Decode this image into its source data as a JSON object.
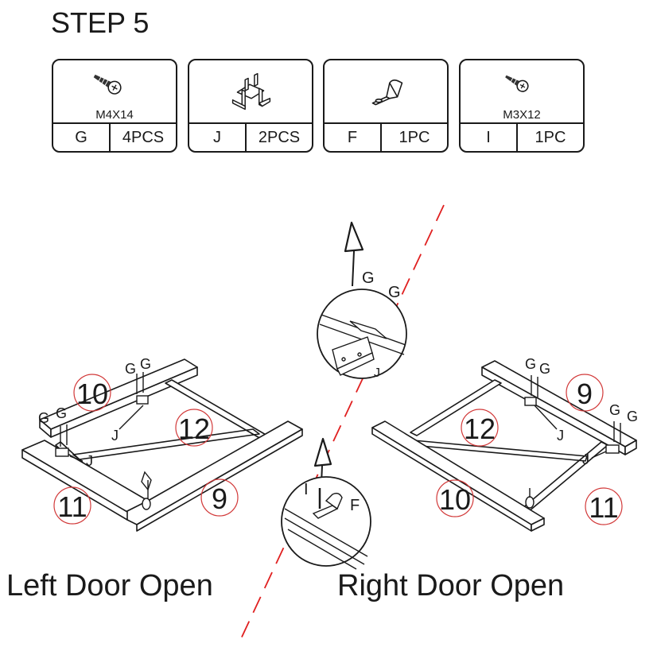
{
  "step_title": "STEP 5",
  "parts": [
    {
      "size": "M4X14",
      "letter": "G",
      "qty": "4PCS",
      "icon": "screw-icon"
    },
    {
      "size": "",
      "letter": "J",
      "qty": "2PCS",
      "icon": "bracket-icon"
    },
    {
      "size": "",
      "letter": "F",
      "qty": "1PC",
      "icon": "door-stop-icon"
    },
    {
      "size": "M3X12",
      "letter": "I",
      "qty": "1PC",
      "icon": "screw-icon"
    }
  ],
  "left": {
    "caption": "Left Door Open",
    "panels": {
      "p10": "10",
      "p11": "11",
      "p12": "12",
      "p9": "9"
    },
    "screw_labels": [
      "G",
      "G",
      "G",
      "G"
    ],
    "bracket_labels": [
      "J",
      "J"
    ]
  },
  "right": {
    "caption": "Right Door Open",
    "panels": {
      "p9": "9",
      "p10": "10",
      "p11": "11",
      "p12": "12"
    },
    "screw_labels": [
      "G",
      "G",
      "G",
      "G"
    ],
    "bracket_labels": [
      "J",
      "J"
    ]
  },
  "detail_top": {
    "screw_labels": [
      "G",
      "G"
    ],
    "bracket_label": "J"
  },
  "detail_bottom": {
    "screw_label": "I",
    "stop_label": "F"
  },
  "colors": {
    "line": "#1a1a1a",
    "circle_marker": "#d23a3a",
    "divider": "#e02020"
  }
}
